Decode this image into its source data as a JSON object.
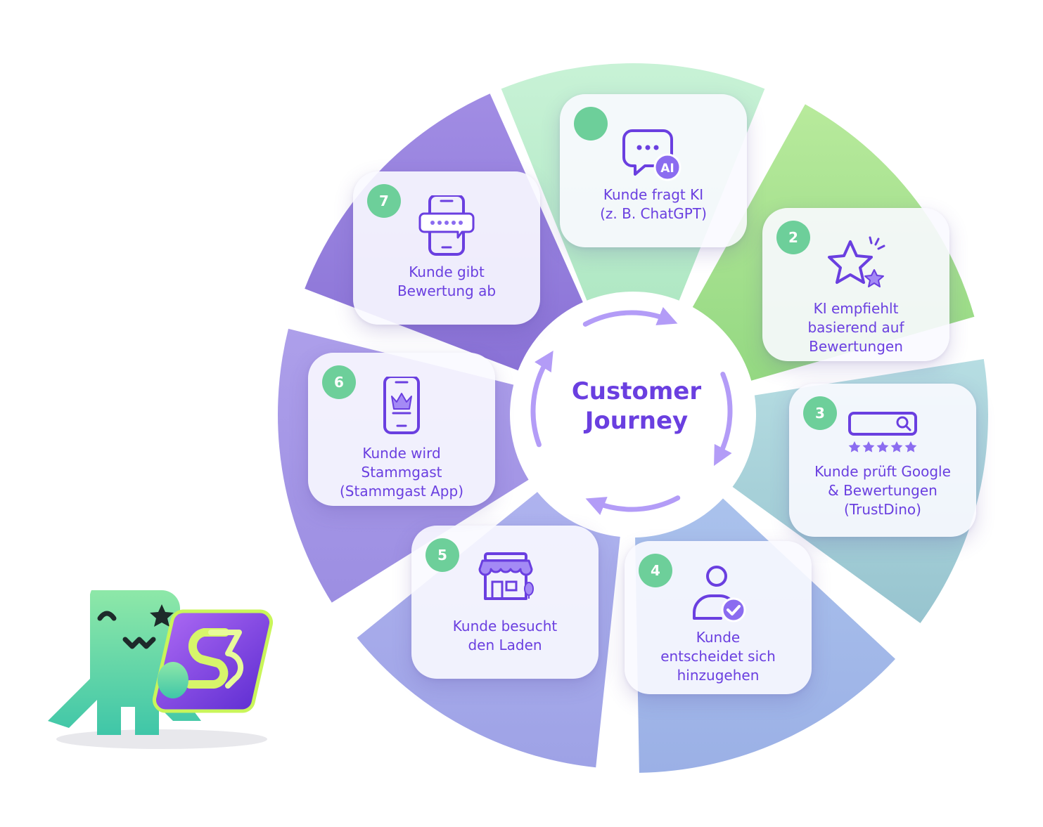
{
  "center": {
    "title_line1": "Customer",
    "title_line2": "Journey"
  },
  "steps": [
    {
      "number": "",
      "icon": "ai-chat-icon",
      "line1": "Kunde fragt KI",
      "line2": "(z. B. ChatGPT)",
      "line3": ""
    },
    {
      "number": "2",
      "icon": "star-sparkle-icon",
      "line1": "KI empfiehlt",
      "line2": "basierend auf",
      "line3": "Bewertungen"
    },
    {
      "number": "3",
      "icon": "search-stars-icon",
      "line1": "Kunde prüft Google",
      "line2": "& Bewertungen",
      "line3": "(TrustDino)"
    },
    {
      "number": "4",
      "icon": "user-check-icon",
      "line1": "Kunde",
      "line2": "entscheidet sich",
      "line3": "hinzugehen"
    },
    {
      "number": "5",
      "icon": "storefront-icon",
      "line1": "Kunde besucht",
      "line2": "den Laden",
      "line3": ""
    },
    {
      "number": "6",
      "icon": "phone-crown-icon",
      "line1": "Kunde wird",
      "line2": "Stammgast",
      "line3": "(Stammgast App)"
    },
    {
      "number": "7",
      "icon": "phone-review-icon",
      "line1": "Kunde gibt",
      "line2": "Bewertung ab",
      "line3": ""
    }
  ],
  "colors": {
    "accent": "#6a3fe0",
    "badge": "#6dcf9a",
    "arrow": "#b39cf7",
    "segment_1": "#c4f0d3",
    "segment_2": "#a7e08e",
    "segment_3": "#a9d3da",
    "segment_4": "#a4b9ea",
    "segment_5": "#a7acea",
    "segment_6": "#a99ae8",
    "segment_7": "#9a86de"
  },
  "mascot": {
    "icon": "dino-mascot-icon"
  }
}
